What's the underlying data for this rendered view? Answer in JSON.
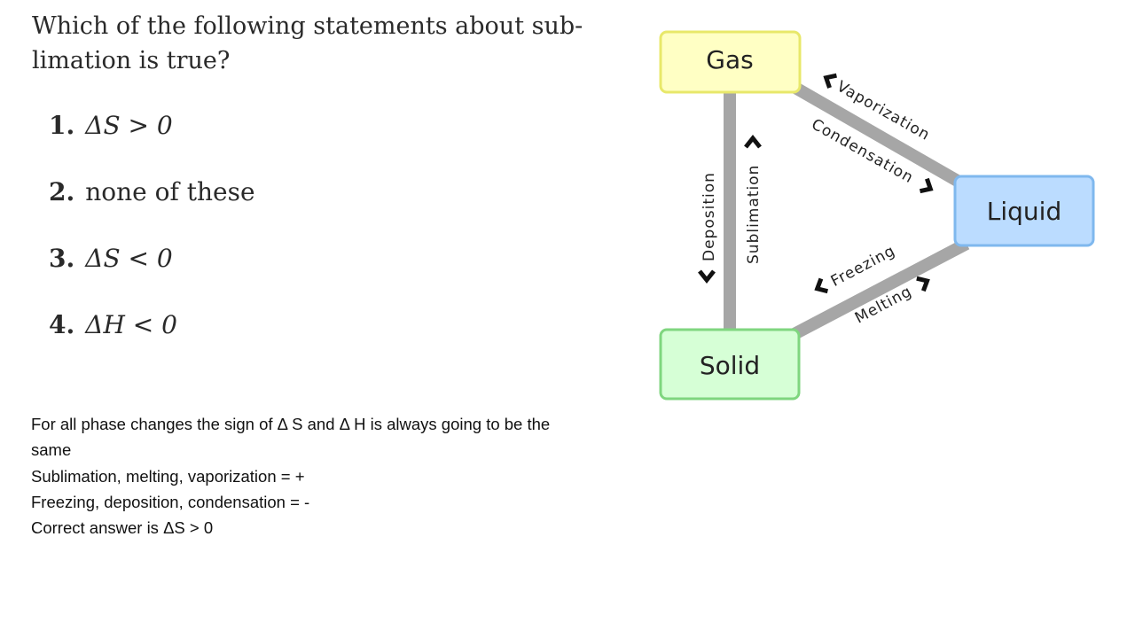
{
  "question": {
    "line1": "Which of the following statements about sub-",
    "line2": "limation is true?"
  },
  "options": [
    {
      "number": "1.",
      "text": "ΔS > 0"
    },
    {
      "number": "2.",
      "text": "none of these"
    },
    {
      "number": "3.",
      "text": "ΔS < 0"
    },
    {
      "number": "4.",
      "text": "ΔH < 0"
    }
  ],
  "explanation": {
    "line1": "For all phase changes the sign of Δ S and Δ H is always going to be the",
    "line2": "same",
    "line3": "Sublimation, melting, vaporization = +",
    "line4": "Freezing, deposition, condensation = -",
    "line5": "Correct answer is ΔS > 0"
  },
  "diagram": {
    "nodes": {
      "gas": {
        "label": "Gas",
        "fill": "#ffffc4",
        "stroke": "#e8e86a"
      },
      "liquid": {
        "label": "Liquid",
        "fill": "#bbdcff",
        "stroke": "#7fb8ee"
      },
      "solid": {
        "label": "Solid",
        "fill": "#d6ffd6",
        "stroke": "#7fd67f"
      }
    },
    "edge_color": "#a6a6a6",
    "edges": {
      "vaporization": "Vaporization",
      "condensation": "Condensation",
      "freezing": "Freezing",
      "melting": "Melting",
      "deposition": "Deposition",
      "sublimation": "Sublimation"
    }
  }
}
